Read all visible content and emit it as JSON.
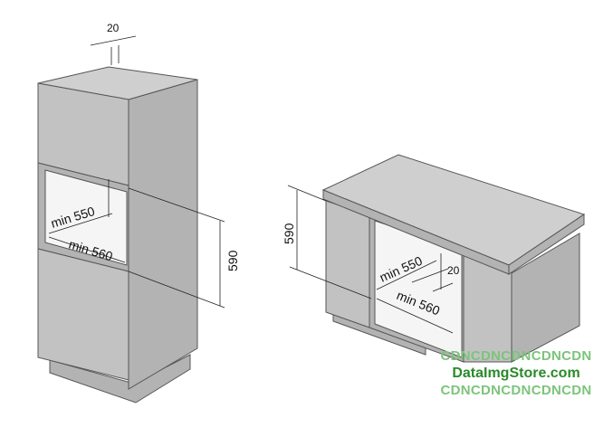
{
  "left_diagram": {
    "dim_top": "20",
    "dim_depth": "min 550",
    "dim_width": "min 560",
    "dim_height": "590"
  },
  "right_diagram": {
    "dim_height": "590",
    "dim_depth": "min 550",
    "dim_gap": "20",
    "dim_width": "min 560"
  },
  "watermark": {
    "line1": "CDNCDNCDNCDNCDN",
    "line2": "DataImgStore.com",
    "line3": "CDNCDNCDNCDNCDN"
  },
  "colors": {
    "panel": "#c2c2c2",
    "outline": "#555555",
    "watermark": "#2a8a2a"
  }
}
